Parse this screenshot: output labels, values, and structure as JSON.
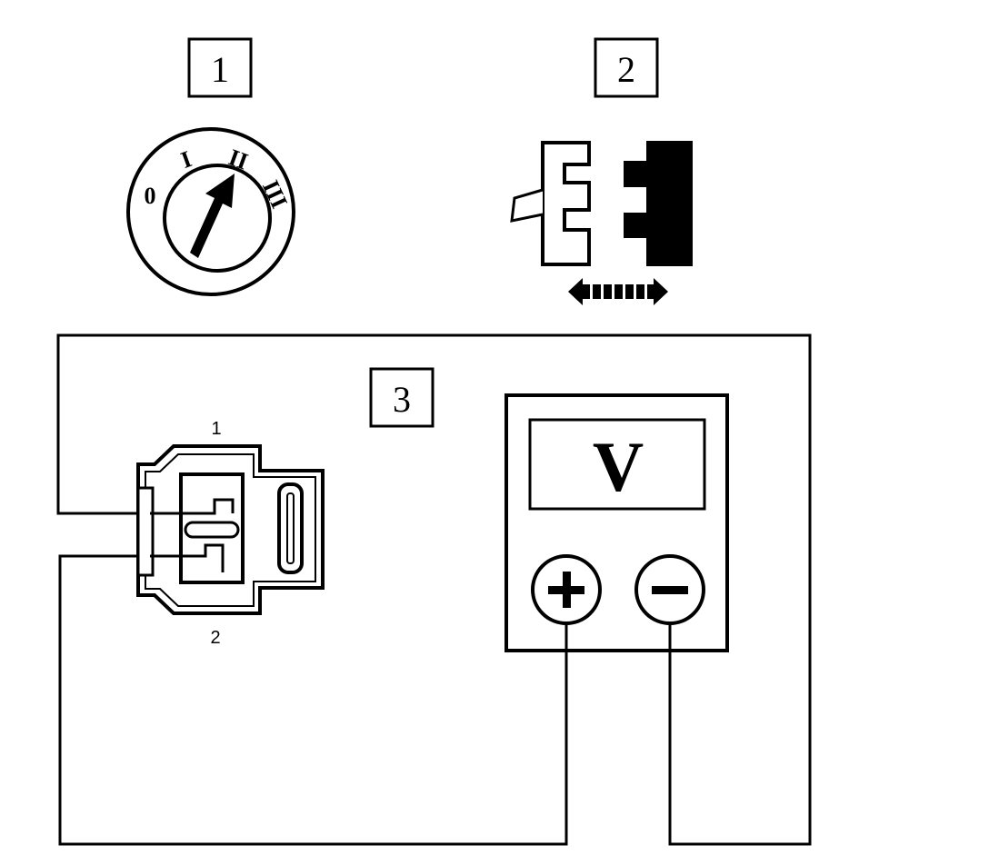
{
  "steps": [
    {
      "number": "1"
    },
    {
      "number": "2"
    },
    {
      "number": "3"
    }
  ],
  "ignition": {
    "positions": [
      "0",
      "I",
      "II",
      "III"
    ]
  },
  "connector": {
    "pin_top": "1",
    "pin_bottom": "2"
  },
  "meter": {
    "display": "V",
    "plus_symbol": "+",
    "minus_symbol": "−"
  }
}
